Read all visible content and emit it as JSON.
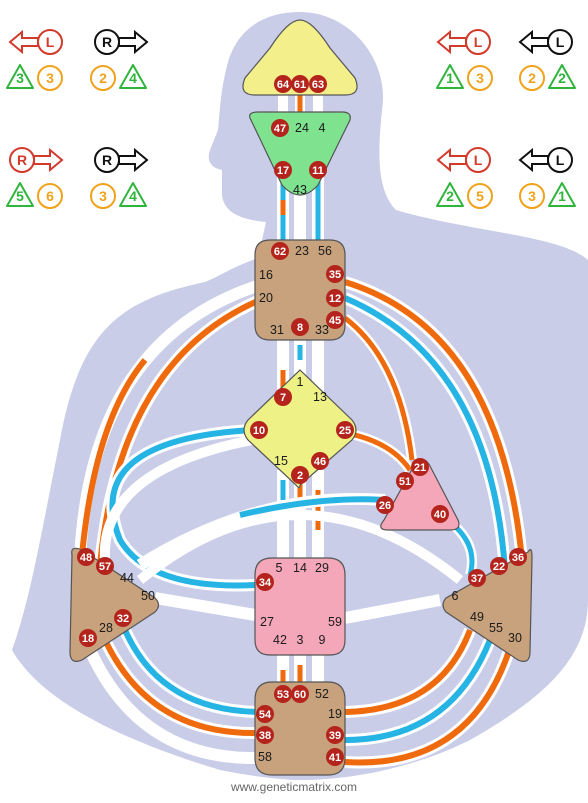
{
  "colors": {
    "silhouette": "#c9cde8",
    "channel_base": "#ffffff",
    "design_red": "#ee6a0c",
    "personality_blue": "#26b4e4",
    "gate_active": "#b5241c",
    "head": "#f3f08c",
    "ajna": "#7ee28f",
    "g_center": "#eef286",
    "throat": "#c8a27c",
    "spleen": "#c8a27c",
    "solar": "#c8a27c",
    "sacral": "#f4a7b9",
    "root": "#c8a27c",
    "heart": "#f4a7b9",
    "arrow_red": "#d23a2b",
    "arrow_black": "#111111",
    "num_green": "#2fb53c",
    "num_orange": "#f0a21a"
  },
  "variables": {
    "left": [
      {
        "arrows": [
          {
            "dir": "L",
            "color": "red"
          },
          {
            "dir": "R",
            "color": "black"
          }
        ],
        "numbers": [
          {
            "v": "3",
            "shape": "triangle",
            "color": "green"
          },
          {
            "v": "3",
            "shape": "circle",
            "color": "orange"
          },
          {
            "v": "2",
            "shape": "circle",
            "color": "orange"
          },
          {
            "v": "4",
            "shape": "triangle",
            "color": "green"
          }
        ]
      },
      {
        "arrows": [
          {
            "dir": "R",
            "color": "red"
          },
          {
            "dir": "R",
            "color": "black"
          }
        ],
        "numbers": [
          {
            "v": "5",
            "shape": "triangle",
            "color": "green"
          },
          {
            "v": "6",
            "shape": "circle",
            "color": "orange"
          },
          {
            "v": "3",
            "shape": "circle",
            "color": "orange"
          },
          {
            "v": "4",
            "shape": "triangle",
            "color": "green"
          }
        ]
      }
    ],
    "right": [
      {
        "arrows": [
          {
            "dir": "L",
            "color": "red"
          },
          {
            "dir": "L",
            "color": "black"
          }
        ],
        "numbers": [
          {
            "v": "1",
            "shape": "triangle",
            "color": "green"
          },
          {
            "v": "3",
            "shape": "circle",
            "color": "orange"
          },
          {
            "v": "2",
            "shape": "circle",
            "color": "orange"
          },
          {
            "v": "2",
            "shape": "triangle",
            "color": "green"
          }
        ]
      },
      {
        "arrows": [
          {
            "dir": "L",
            "color": "red"
          },
          {
            "dir": "L",
            "color": "black"
          }
        ],
        "numbers": [
          {
            "v": "2",
            "shape": "triangle",
            "color": "green"
          },
          {
            "v": "5",
            "shape": "circle",
            "color": "orange"
          },
          {
            "v": "3",
            "shape": "circle",
            "color": "orange"
          },
          {
            "v": "1",
            "shape": "triangle",
            "color": "green"
          }
        ]
      }
    ]
  },
  "centers": [
    {
      "id": "head",
      "name": "head-center"
    },
    {
      "id": "ajna",
      "name": "ajna-center"
    },
    {
      "id": "throat",
      "name": "throat-center"
    },
    {
      "id": "g",
      "name": "g-center"
    },
    {
      "id": "heart",
      "name": "heart-center"
    },
    {
      "id": "spleen",
      "name": "spleen-center"
    },
    {
      "id": "sacral",
      "name": "sacral-center"
    },
    {
      "id": "solar",
      "name": "solar-plexus-center"
    },
    {
      "id": "root",
      "name": "root-center"
    }
  ],
  "gates": [
    {
      "n": "64",
      "active": true
    },
    {
      "n": "61",
      "active": true
    },
    {
      "n": "63",
      "active": true
    },
    {
      "n": "47",
      "active": true
    },
    {
      "n": "24",
      "active": false
    },
    {
      "n": "4",
      "active": false
    },
    {
      "n": "17",
      "active": true
    },
    {
      "n": "11",
      "active": true
    },
    {
      "n": "43",
      "active": false
    },
    {
      "n": "62",
      "active": true
    },
    {
      "n": "23",
      "active": false
    },
    {
      "n": "56",
      "active": false
    },
    {
      "n": "16",
      "active": false
    },
    {
      "n": "35",
      "active": true
    },
    {
      "n": "20",
      "active": false
    },
    {
      "n": "12",
      "active": true
    },
    {
      "n": "45",
      "active": true
    },
    {
      "n": "31",
      "active": false
    },
    {
      "n": "8",
      "active": true
    },
    {
      "n": "33",
      "active": false
    },
    {
      "n": "1",
      "active": false
    },
    {
      "n": "7",
      "active": true
    },
    {
      "n": "13",
      "active": false
    },
    {
      "n": "10",
      "active": true
    },
    {
      "n": "25",
      "active": true
    },
    {
      "n": "15",
      "active": false
    },
    {
      "n": "2",
      "active": true
    },
    {
      "n": "46",
      "active": true
    },
    {
      "n": "21",
      "active": true
    },
    {
      "n": "51",
      "active": true
    },
    {
      "n": "26",
      "active": true
    },
    {
      "n": "40",
      "active": true
    },
    {
      "n": "48",
      "active": true
    },
    {
      "n": "57",
      "active": true
    },
    {
      "n": "44",
      "active": false
    },
    {
      "n": "50",
      "active": false
    },
    {
      "n": "32",
      "active": true
    },
    {
      "n": "28",
      "active": false
    },
    {
      "n": "18",
      "active": true
    },
    {
      "n": "5",
      "active": false
    },
    {
      "n": "14",
      "active": false
    },
    {
      "n": "29",
      "active": false
    },
    {
      "n": "34",
      "active": true
    },
    {
      "n": "27",
      "active": false
    },
    {
      "n": "59",
      "active": false
    },
    {
      "n": "42",
      "active": false
    },
    {
      "n": "3",
      "active": false
    },
    {
      "n": "9",
      "active": false
    },
    {
      "n": "36",
      "active": true
    },
    {
      "n": "22",
      "active": true
    },
    {
      "n": "37",
      "active": true
    },
    {
      "n": "6",
      "active": false
    },
    {
      "n": "49",
      "active": false
    },
    {
      "n": "55",
      "active": false
    },
    {
      "n": "30",
      "active": false
    },
    {
      "n": "53",
      "active": true
    },
    {
      "n": "60",
      "active": true
    },
    {
      "n": "52",
      "active": false
    },
    {
      "n": "54",
      "active": true
    },
    {
      "n": "19",
      "active": false
    },
    {
      "n": "38",
      "active": true
    },
    {
      "n": "39",
      "active": true
    },
    {
      "n": "58",
      "active": false
    },
    {
      "n": "41",
      "active": true
    }
  ],
  "footer": "www.geneticmatrix.com"
}
